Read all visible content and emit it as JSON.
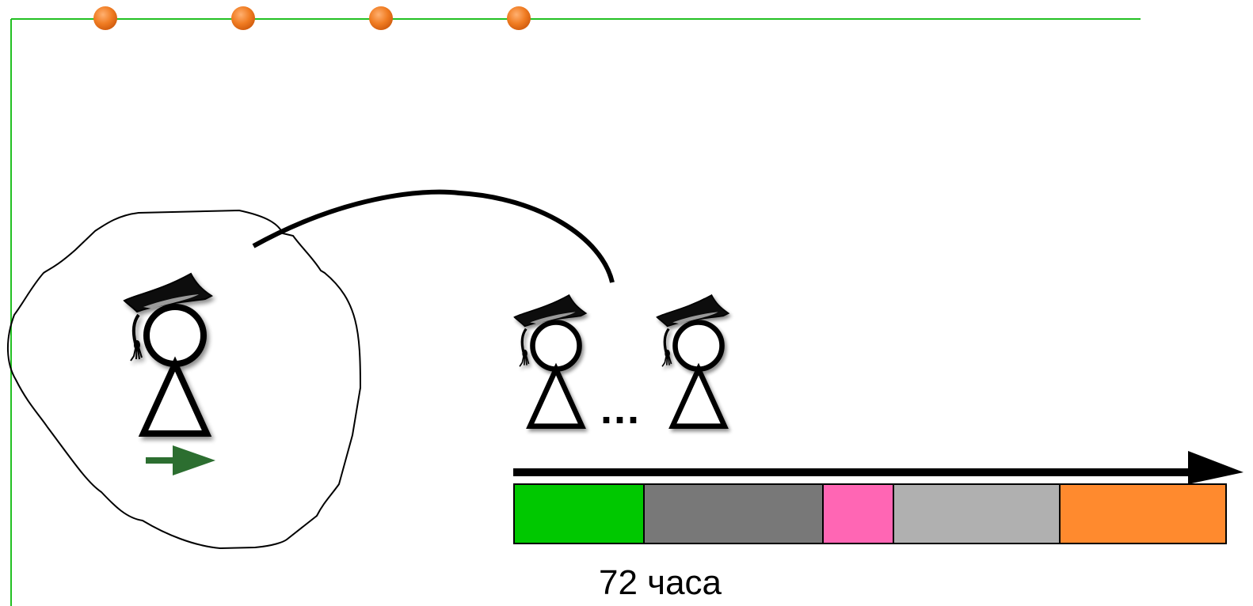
{
  "duration_label": "72 часа",
  "ellipsis": "...",
  "colors": {
    "frame": "#22c022",
    "dot": "#f08020",
    "arrow_small": "#2c6e30",
    "timeline_arrow": "#000000"
  },
  "progress_dots": {
    "count": 4
  },
  "timeline_segments": [
    {
      "name": "green",
      "color": "#00c800"
    },
    {
      "name": "dark-gray",
      "color": "#787878"
    },
    {
      "name": "pink",
      "color": "#ff66b4"
    },
    {
      "name": "light-gray",
      "color": "#b0b0b0"
    },
    {
      "name": "orange",
      "color": "#ff8a2e"
    }
  ],
  "figures": [
    {
      "name": "student-main",
      "icon": "graduate-stick-figure-icon"
    },
    {
      "name": "student-first",
      "icon": "graduate-stick-figure-icon"
    },
    {
      "name": "student-last",
      "icon": "graduate-stick-figure-icon"
    }
  ]
}
